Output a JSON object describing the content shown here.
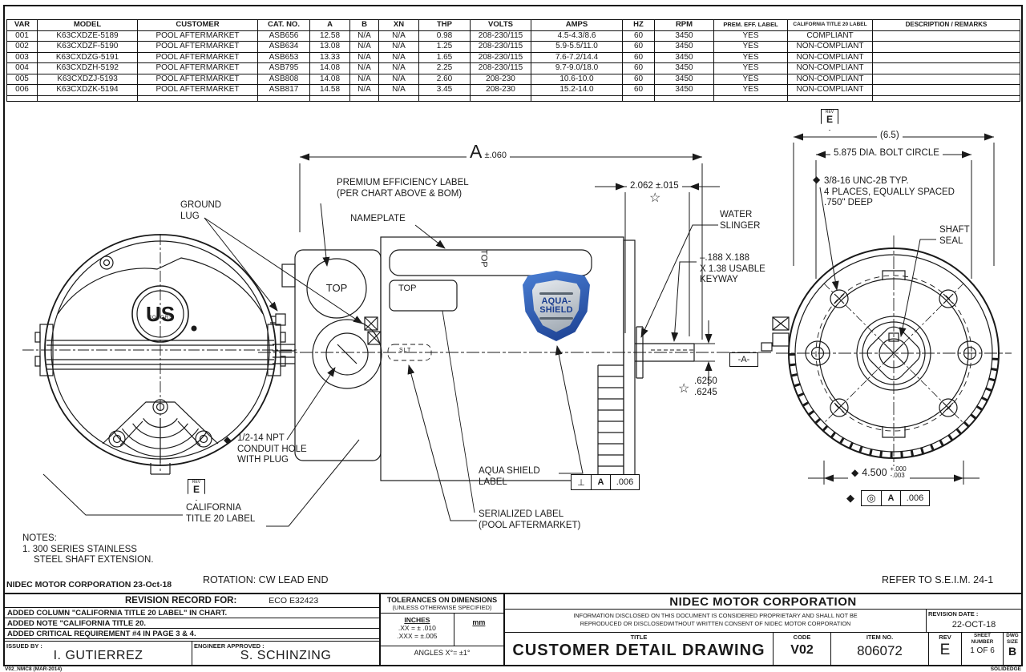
{
  "table": {
    "headers": [
      "VAR",
      "MODEL",
      "CUSTOMER",
      "CAT. NO.",
      "A",
      "B",
      "XN",
      "THP",
      "VOLTS",
      "AMPS",
      "HZ",
      "RPM",
      "PREM. EFF. LABEL",
      "CALIFORNIA TITLE 20 LABEL",
      "DESCRIPTION / REMARKS"
    ],
    "rows": [
      [
        "001",
        "K63CXDZE-5189",
        "POOL AFTERMARKET",
        "ASB656",
        "12.58",
        "N/A",
        "N/A",
        "0.98",
        "208-230/115",
        "4.5-4.3/8.6",
        "60",
        "3450",
        "YES",
        "COMPLIANT",
        ""
      ],
      [
        "002",
        "K63CXDZF-5190",
        "POOL AFTERMARKET",
        "ASB634",
        "13.08",
        "N/A",
        "N/A",
        "1.25",
        "208-230/115",
        "5.9-5.5/11.0",
        "60",
        "3450",
        "YES",
        "NON-COMPLIANT",
        ""
      ],
      [
        "003",
        "K63CXDZG-5191",
        "POOL AFTERMARKET",
        "ASB653",
        "13.33",
        "N/A",
        "N/A",
        "1.65",
        "208-230/115",
        "7.6-7.2/14.4",
        "60",
        "3450",
        "YES",
        "NON-COMPLIANT",
        ""
      ],
      [
        "004",
        "K63CXDZH-5192",
        "POOL AFTERMARKET",
        "ASB795",
        "14.08",
        "N/A",
        "N/A",
        "2.25",
        "208-230/115",
        "9.7-9.0/18.0",
        "60",
        "3450",
        "YES",
        "NON-COMPLIANT",
        ""
      ],
      [
        "005",
        "K63CXDZJ-5193",
        "POOL AFTERMARKET",
        "ASB808",
        "14.08",
        "N/A",
        "N/A",
        "2.60",
        "208-230",
        "10.6-10.0",
        "60",
        "3450",
        "YES",
        "NON-COMPLIANT",
        ""
      ],
      [
        "006",
        "K63CXDZK-5194",
        "POOL AFTERMARKET",
        "ASB817",
        "14.58",
        "N/A",
        "N/A",
        "3.45",
        "208-230",
        "15.2-14.0",
        "60",
        "3450",
        "YES",
        "NON-COMPLIANT",
        ""
      ]
    ]
  },
  "views": {
    "front_top": "TOP",
    "plate_top": "TOP",
    "band_top": "TOP",
    "slt": "SLT",
    "logo_us": "US",
    "logo_motors": "MOTORS"
  },
  "shield": {
    "line1": "AQUA-",
    "line2": "SHIELD"
  },
  "flags": {
    "rev_small": "REV",
    "rev_letter": "E"
  },
  "dims": {
    "a_letter": "A",
    "a_tol": "±.060",
    "d2062": "2.062 ±.015",
    "d65": "(6.5)",
    "bolt_circle": "5.875 DIA. BOLT CIRCLE",
    "d4500": "4.500",
    "d4500_plus": "+.000",
    "d4500_minus": "-.003",
    "shaft_d1": ".6250",
    "shaft_d2": ".6245",
    "datum": "-A-",
    "perp_sym": "⊥",
    "perp_datum": "A",
    "perp_tol": ".006",
    "conc_sym": "◎",
    "conc_datum": "A",
    "conc_tol": ".006",
    "star": "☆",
    "diamond": "◆"
  },
  "callouts": {
    "premium": [
      "PREMIUM EFFICIENCY LABEL",
      "(PER CHART ABOVE & BOM)"
    ],
    "nameplate": "NAMEPLATE",
    "ground": [
      "GROUND",
      "LUG"
    ],
    "water": [
      "WATER",
      "SLINGER"
    ],
    "seal": [
      "SHAFT",
      "SEAL"
    ],
    "keyway": [
      "–.188 X.188",
      "X 1.38 USABLE",
      "KEYWAY"
    ],
    "tap": [
      "3/8-16 UNC-2B TYP.",
      "4 PLACES, EQUALLY SPACED",
      ".750\" DEEP"
    ],
    "conduit": [
      "1/2-14 NPT",
      "CONDUIT HOLE",
      "WITH PLUG"
    ],
    "aqua": [
      "AQUA SHIELD",
      "LABEL"
    ],
    "serialized": [
      "SERIALIZED LABEL",
      "(POOL AFTERMARKET)"
    ],
    "california": [
      "CALIFORNIA",
      "TITLE 20 LABEL"
    ]
  },
  "notes": {
    "title": "NOTES:",
    "line1": "1. 300 SERIES STAINLESS",
    "line2": "STEEL SHAFT EXTENSION."
  },
  "annotations": {
    "corp_date": "NIDEC MOTOR CORPORATION 23-Oct-18",
    "rotation": "ROTATION: CW LEAD END",
    "refer": "REFER TO S.E.I.M. 24-1"
  },
  "revision_record": {
    "title": "REVISION RECORD FOR:",
    "eco": "ECO E32423",
    "entries": [
      "ADDED COLUMN \"CALIFORNIA TITLE 20 LABEL\" IN CHART.",
      "ADDED NOTE \"CALIFORNIA TITLE 20.",
      "ADDED CRITICAL REQUIREMENT #4 IN PAGE 3 & 4."
    ],
    "issued_label": "ISSUED BY :",
    "issued": "I. GUTIERREZ",
    "engineer_label": "ENGINEER APPROVED :",
    "engineer": "S. SCHINZING"
  },
  "tolerances": {
    "title": "TOLERANCES ON DIMENSIONS",
    "subtitle": "(UNLESS OTHERWISE SPECIFIED)",
    "inches": "INCHES",
    "xx": ".XX = ± .010",
    "xxx": ".XXX = ±.005",
    "mm": "mm",
    "angles": "ANGLES  X°= ±1°"
  },
  "title_block": {
    "company": "NIDEC MOTOR CORPORATION",
    "prop1": "INFORMATION DISCLOSED ON THIS DOCUMENT IS CONSIDERED PROPRIETARY AND SHALL NOT BE",
    "prop2": "REPRODUCED OR DISCLOSEDWITHOUT WRITTEN CONSENT OF NIDEC MOTOR CORPORATION",
    "rev_date_label": "REVISION DATE :",
    "rev_date": "22-OCT-18",
    "title_label": "TITLE",
    "title": "CUSTOMER  DETAIL  DRAWING",
    "code_label": "CODE",
    "code": "V02",
    "item_label": "ITEM NO.",
    "item": "806072",
    "rev_label": "REV",
    "rev": "E",
    "sheet_label": "SHEET",
    "sheet_label2": "NUMBER",
    "sheet": "1  OF  6",
    "size_label": "DWG",
    "size_label2": "SIZE",
    "size": "B"
  },
  "footer": {
    "left": "V02_NMC8 (MAR-2014)",
    "right": "SOLIDEDGE"
  },
  "colors": {
    "line": "#1a1a1a",
    "shield_blue": "#2d58b0",
    "shield_navy": "#1b3e8f",
    "shield_silver": "#c9d1da"
  }
}
